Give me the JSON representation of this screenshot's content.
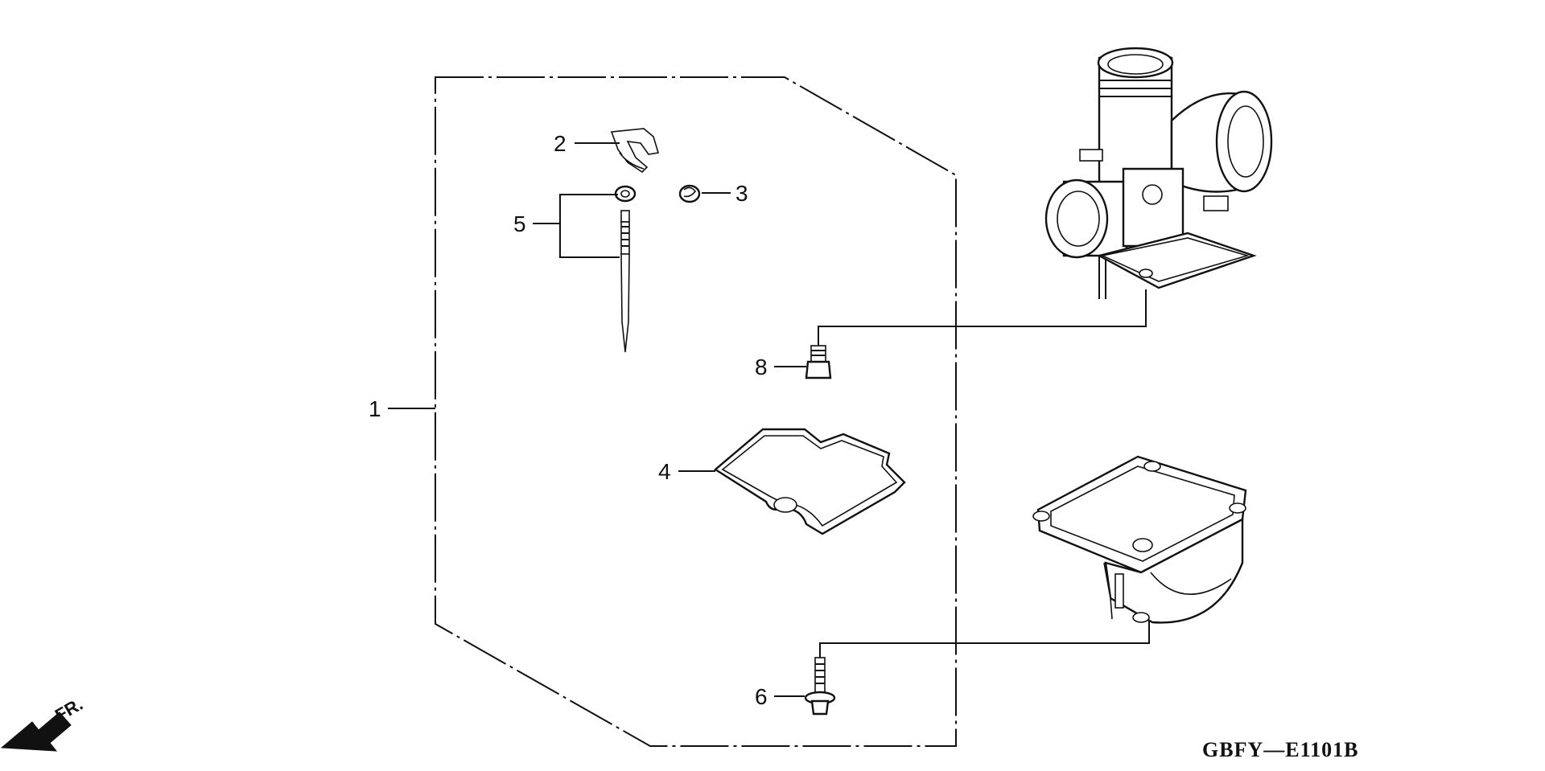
{
  "callouts": [
    {
      "id": "1",
      "label": "1"
    },
    {
      "id": "2",
      "label": "2"
    },
    {
      "id": "3",
      "label": "3"
    },
    {
      "id": "4",
      "label": "4"
    },
    {
      "id": "5",
      "label": "5"
    },
    {
      "id": "6",
      "label": "6"
    },
    {
      "id": "8",
      "label": "8"
    }
  ],
  "direction_indicator": {
    "label": "FR."
  },
  "diagram_code": "GBFY—E1101B"
}
